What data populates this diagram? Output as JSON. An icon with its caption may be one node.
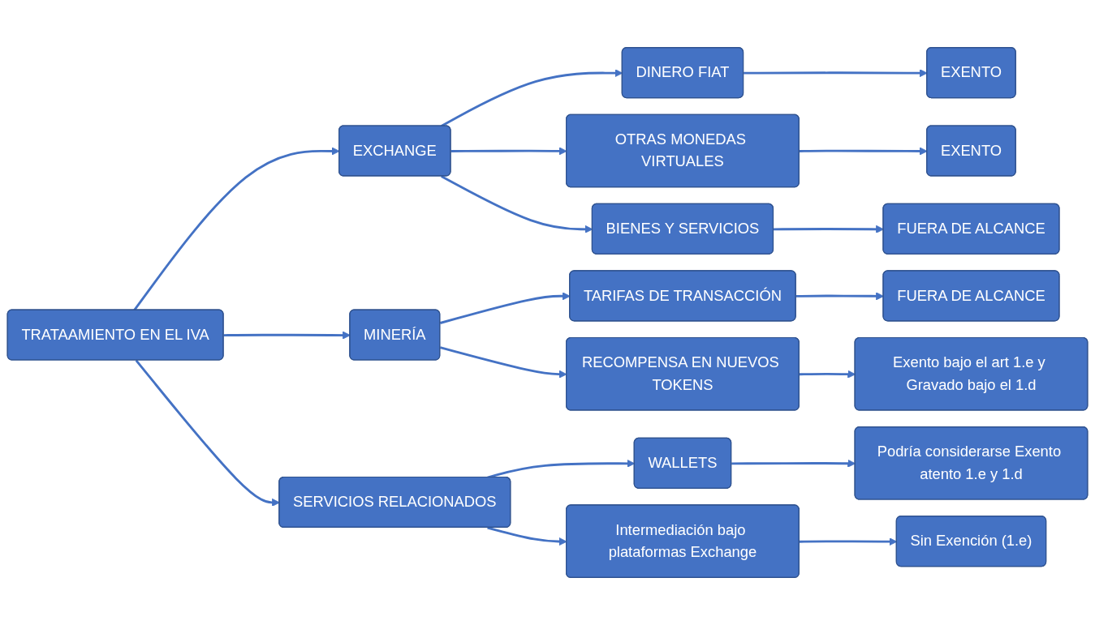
{
  "diagram": {
    "nodes": [
      {
        "text": [
          "TRATAAMIENTO EN EL IVA"
        ]
      },
      {
        "text": [
          "EXCHANGE"
        ]
      },
      {
        "text": [
          "DINERO FIAT"
        ]
      },
      {
        "text": [
          "EXENTO"
        ]
      },
      {
        "text": [
          "OTRAS MONEDAS VIRTUALES"
        ]
      },
      {
        "text": [
          "EXENTO"
        ]
      },
      {
        "text": [
          "BIENES Y SERVICIOS"
        ]
      },
      {
        "text": [
          "FUERA DE ALCANCE"
        ]
      },
      {
        "text": [
          "MINERÍA"
        ]
      },
      {
        "text": [
          "TARIFAS DE TRANSACCIÓN"
        ]
      },
      {
        "text": [
          "FUERA DE ALCANCE"
        ]
      },
      {
        "text": [
          "RECOMPENSA EN NUEVOS TOKENS"
        ]
      },
      {
        "text": [
          "Exento bajo el art 1.e y Gravado bajo el 1.d"
        ]
      },
      {
        "text": [
          "SERVICIOS RELACIONADOS"
        ]
      },
      {
        "text": [
          "WALLETS"
        ]
      },
      {
        "text": [
          "Podría considerarse Exento atento 1.e y 1.d"
        ]
      },
      {
        "text": [
          "Intermediación bajo plataformas Exchange"
        ]
      },
      {
        "text": [
          "Sin Exención (1.e)"
        ]
      }
    ],
    "edges": [
      {
        "from": 0,
        "to": 1,
        "arrow": "to"
      },
      {
        "from": 0,
        "to": 8,
        "arrow": "to"
      },
      {
        "from": 0,
        "to": 13,
        "arrow": "to"
      },
      {
        "from": 1,
        "to": 2,
        "arrow": "to"
      },
      {
        "from": 1,
        "to": 4,
        "arrow": "to"
      },
      {
        "from": 1,
        "to": 6,
        "arrow": "to"
      },
      {
        "from": 2,
        "to": 3,
        "arrow": "to"
      },
      {
        "from": 4,
        "to": 5,
        "arrow": "to"
      },
      {
        "from": 6,
        "to": 7,
        "arrow": "to"
      },
      {
        "from": 8,
        "to": 9,
        "arrow": "to"
      },
      {
        "from": 8,
        "to": 11,
        "arrow": "to"
      },
      {
        "from": 9,
        "to": 10,
        "arrow": "to"
      },
      {
        "from": 11,
        "to": 12,
        "arrow": "to"
      },
      {
        "from": 13,
        "to": 14,
        "arrow": "to"
      },
      {
        "from": 13,
        "to": 16,
        "arrow": "to"
      },
      {
        "from": 14,
        "to": 15,
        "arrow": "to"
      },
      {
        "from": 16,
        "to": 17,
        "arrow": "to"
      }
    ]
  }
}
